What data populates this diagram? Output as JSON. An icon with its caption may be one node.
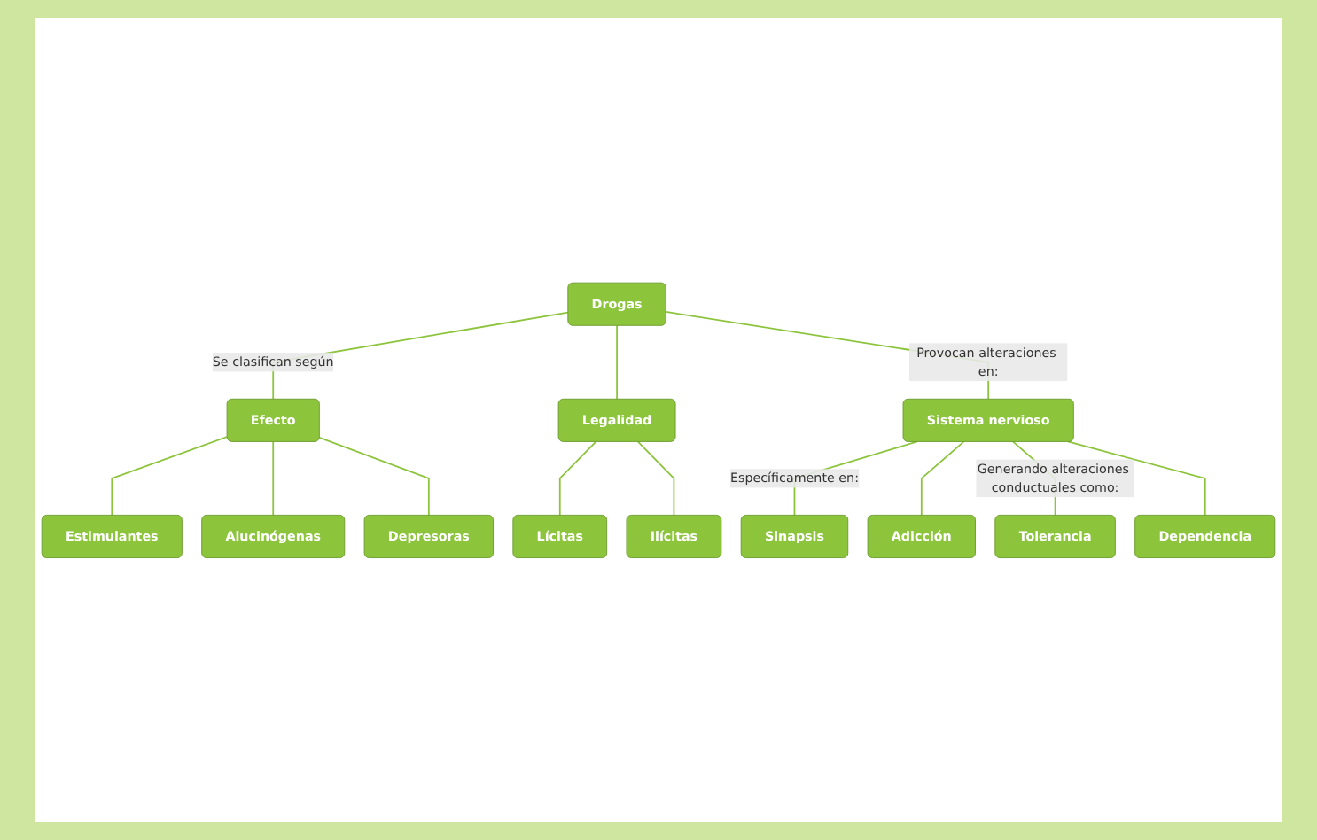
{
  "diagram": {
    "nodes": [
      {
        "text": [
          "Drogas"
        ]
      },
      {
        "text": [
          "Efecto"
        ]
      },
      {
        "text": [
          "Legalidad"
        ]
      },
      {
        "text": [
          "Estimulantes"
        ]
      },
      {
        "text": [
          "Alucinógenas"
        ]
      },
      {
        "text": [
          "Depresoras"
        ]
      },
      {
        "text": [
          "Lícitas"
        ]
      },
      {
        "text": [
          "Ilícitas"
        ]
      },
      {
        "text": [
          "Sistema nervioso"
        ]
      },
      {
        "text": [
          "Sinapsis"
        ]
      },
      {
        "text": [
          "Adicción"
        ]
      },
      {
        "text": [
          "Tolerancia"
        ]
      },
      {
        "text": [
          "Dependencia"
        ]
      }
    ],
    "edges": [
      {
        "from": 0,
        "to": 1,
        "arrow": "none",
        "label": "Se clasifican según"
      },
      {
        "from": 0,
        "to": 2,
        "arrow": "none"
      },
      {
        "from": 1,
        "to": 3,
        "arrow": "none"
      },
      {
        "from": 1,
        "to": 4,
        "arrow": "none"
      },
      {
        "from": 1,
        "to": 5,
        "arrow": "none"
      },
      {
        "from": 2,
        "to": 6,
        "arrow": "none"
      },
      {
        "from": 2,
        "to": 7,
        "arrow": "none"
      },
      {
        "from": 0,
        "to": 8,
        "arrow": "none",
        "label": "Provocan alteraciones en:"
      },
      {
        "from": 8,
        "to": 9,
        "arrow": "none",
        "label": "Específicamente en:"
      },
      {
        "from": 8,
        "to": 10,
        "arrow": "none"
      },
      {
        "from": 8,
        "to": 11,
        "arrow": "none",
        "label": "Generando alteraciones conductuales como:"
      },
      {
        "from": 8,
        "to": 12,
        "arrow": "none"
      }
    ]
  }
}
